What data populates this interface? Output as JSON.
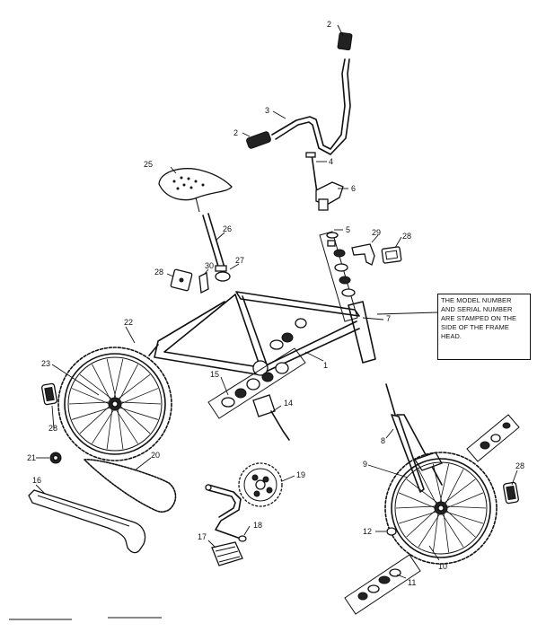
{
  "note": "THE MODEL NUMBER AND SERIAL NUMBER ARE STAMPED ON THE SIDE OF THE FRAME HEAD.",
  "callouts": {
    "c1": "1",
    "c2a": "2",
    "c2b": "2",
    "c3": "3",
    "c4": "4",
    "c5": "5",
    "c6": "6",
    "c7": "7",
    "c8": "8",
    "c9": "9",
    "c10": "10",
    "c11": "11",
    "c12": "12",
    "c14": "14",
    "c15": "15",
    "c16": "16",
    "c17": "17",
    "c18": "18",
    "c19": "19",
    "c20": "20",
    "c21": "21",
    "c22": "22",
    "c23": "23",
    "c25": "25",
    "c26": "26",
    "c27": "27",
    "c28a": "28",
    "c28b": "28",
    "c28c": "28",
    "c28d": "28",
    "c29": "29",
    "c30": "30"
  }
}
